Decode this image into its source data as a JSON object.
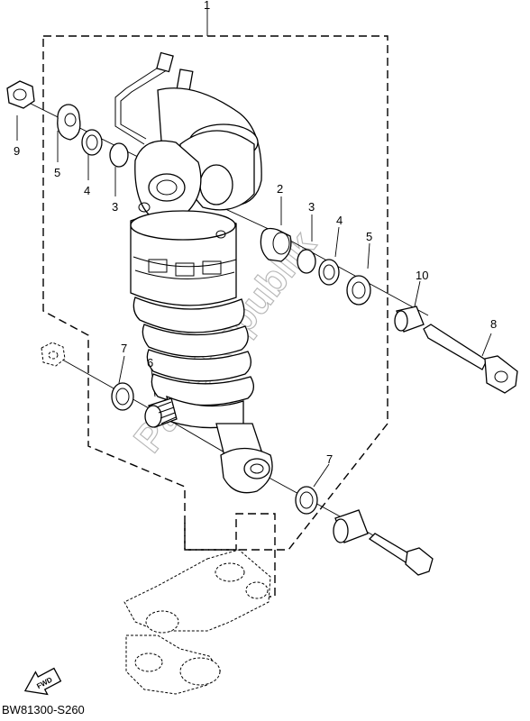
{
  "callouts": {
    "c1": "1",
    "c2": "2",
    "c3a": "3",
    "c3b": "3",
    "c4a": "4",
    "c4b": "4",
    "c5a": "5",
    "c5b": "5",
    "c6": "6",
    "c7a": "7",
    "c7b": "7",
    "c8": "8",
    "c9": "9",
    "c10": "10"
  },
  "fwd_label": "FWD",
  "watermark": "PartsRepublik",
  "diagram_code": "BW81300-S260"
}
